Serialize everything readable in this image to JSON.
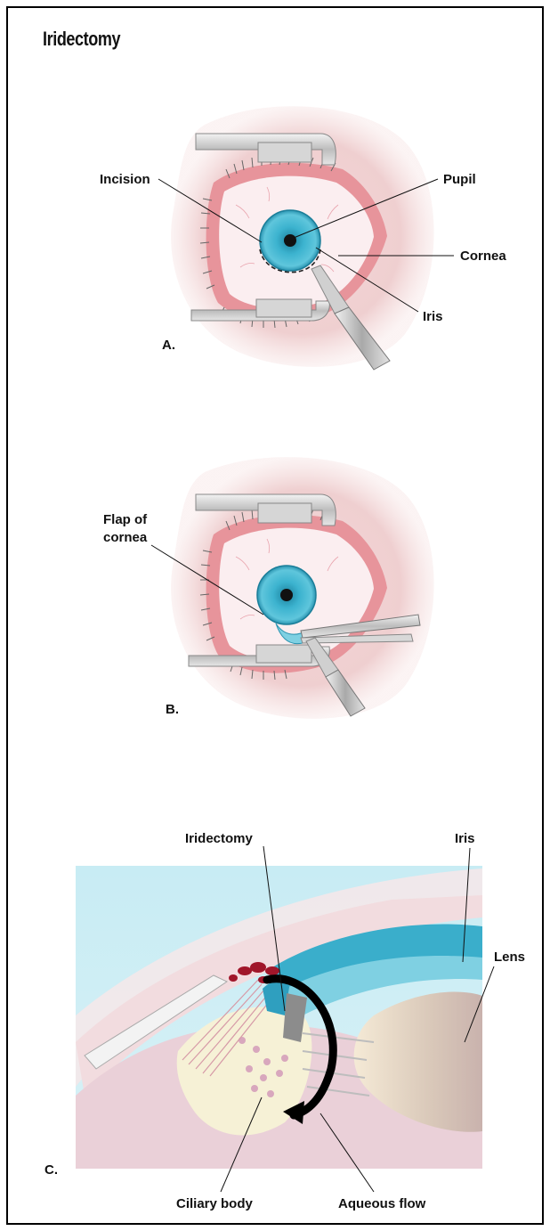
{
  "title": "Iridectomy",
  "labels": {
    "incision": "Incision",
    "pupil": "Pupil",
    "cornea": "Cornea",
    "iris_a": "Iris",
    "panel_a": "A.",
    "flap_line1": "Flap of",
    "flap_line2": "cornea",
    "panel_b": "B.",
    "iridectomy": "Iridectomy",
    "iris_c": "Iris",
    "lens": "Lens",
    "panel_c": "C.",
    "ciliary_body": "Ciliary body",
    "aqueous_flow": "Aqueous flow"
  },
  "colors": {
    "skin": "#f1d3d4",
    "eyelid": "#e28a93",
    "sclera": "#fbeef0",
    "iris": "#3aaecb",
    "pupil": "#111111",
    "instrument": "#c8c8c8",
    "aqueous": "#c9ecf4",
    "blood": "#a0162a"
  }
}
